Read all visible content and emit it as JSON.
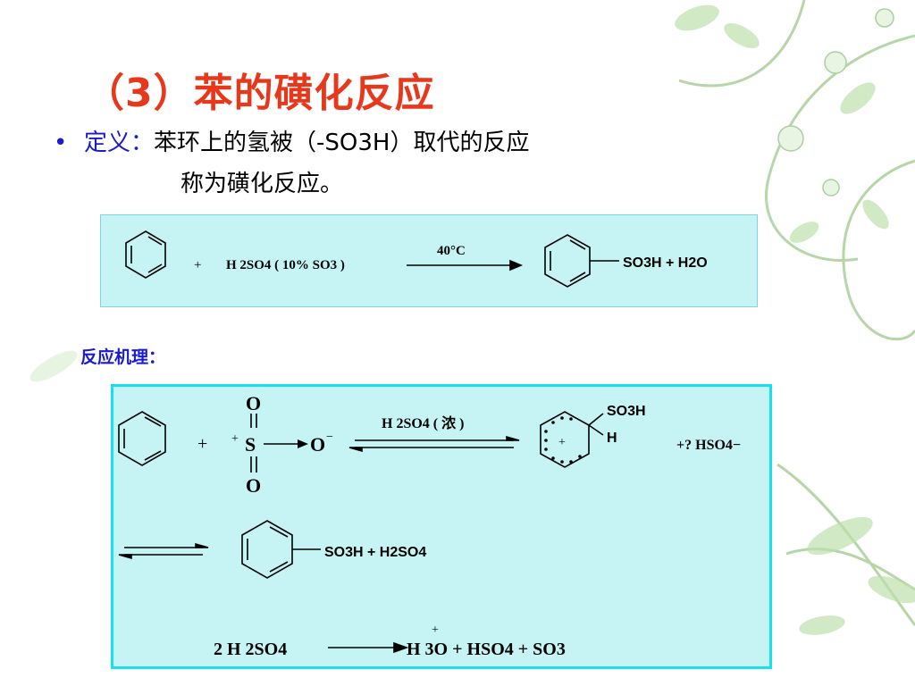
{
  "title": "（3）苯的磺化反应",
  "bullet": {
    "dot": "•",
    "label": "定义：",
    "line1": "苯环上的氢被（-SO3H）取代的反应",
    "line2": "称为磺化反应。"
  },
  "reaction1": {
    "plus": "+",
    "reagent": "H 2SO4 ( 10% SO3 )",
    "condition": "40°C",
    "product": "SO3H  +  H2O"
  },
  "mechanism_label": "反应机理：",
  "mechanism": {
    "step1_plus": "+",
    "so3": {
      "o_top": "O",
      "s": "S",
      "s_charge": "+",
      "o_bottom": "O",
      "o_right": "O",
      "o_right_charge": "−"
    },
    "step1_condition": "H 2SO4 ( 浓 )",
    "sigma_sub1": "SO3H",
    "sigma_sub2": "H",
    "sigma_charge": "+",
    "step1_product2": "+?  HSO4−",
    "step2_product": "SO3H  +  H2SO4",
    "step3_reactant": "2 H 2SO4",
    "step3_products": "H 3O  +  HSO4  +  SO3",
    "step3_charge": "+"
  },
  "colors": {
    "title": "#e8381b",
    "accent_blue": "#1a1ad0",
    "box_fill": "#c6f4f4",
    "box_border": "#19e0f0"
  }
}
